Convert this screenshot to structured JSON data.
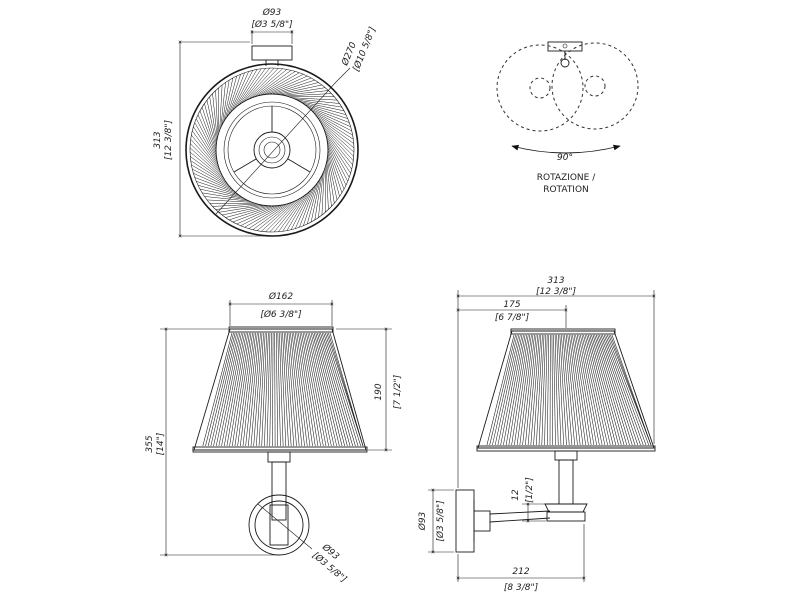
{
  "top_view": {
    "plate_dia": "Ø93",
    "plate_dia_in": "[Ø3 5/8\"]",
    "shade_dia": "Ø270",
    "shade_dia_in": "[Ø10 5/8\"]",
    "height": "313",
    "height_in": "[12 3/8\"]"
  },
  "rotation": {
    "angle": "90°",
    "label_it": "ROTAZIONE /",
    "label_en": "ROTATION"
  },
  "front_view": {
    "shade_top_dia": "Ø162",
    "shade_top_dia_in": "[Ø6 3/8\"]",
    "shade_height": "190",
    "shade_height_in": "[7 1/2\"]",
    "total_height": "355",
    "total_height_in": "[14\"]",
    "base_dia": "Ø93",
    "base_dia_in": "[Ø3 5/8\"]"
  },
  "side_view": {
    "total_width": "313",
    "total_width_in": "[12 3/8\"]",
    "shade_width": "175",
    "shade_width_in": "[6 7/8\"]",
    "arm_height": "12",
    "arm_height_in": "[1/2\"]",
    "plate_dia": "Ø93",
    "plate_dia_in": "[Ø3 5/8\"]",
    "depth": "212",
    "depth_in": "[8 3/8\"]"
  }
}
